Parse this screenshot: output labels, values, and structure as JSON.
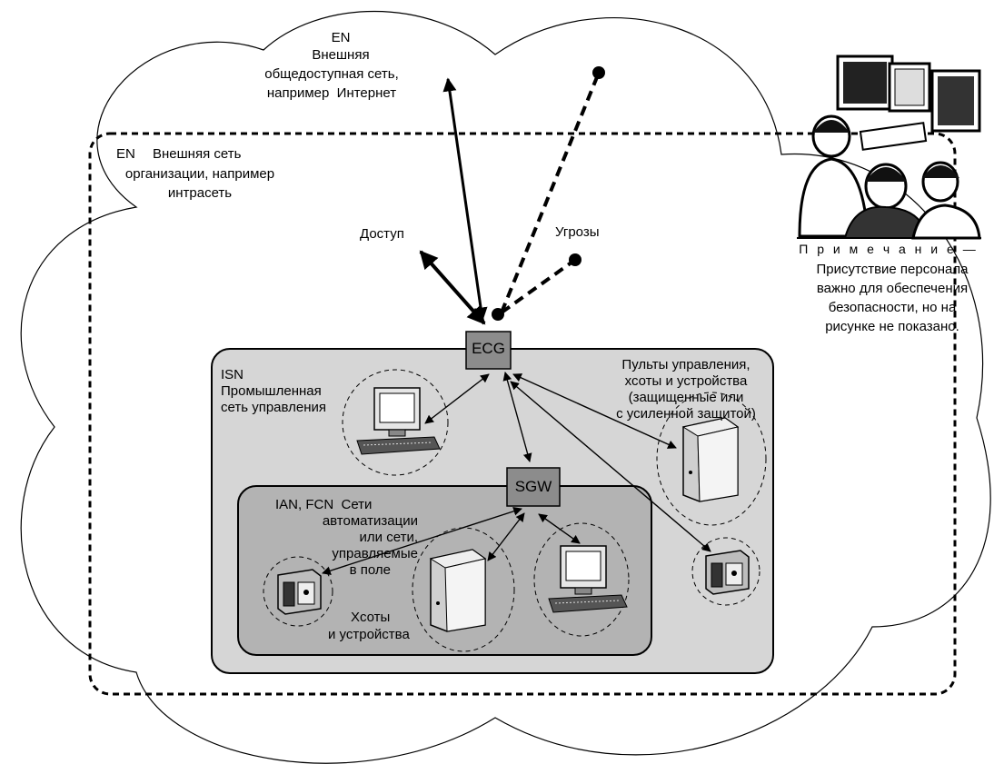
{
  "external_network": {
    "code": "EN",
    "lines": [
      "Внешняя",
      "общедоступная сеть,",
      "например  Интернет"
    ]
  },
  "enterprise_network": {
    "code": "EN",
    "first_line": "Внешняя сеть",
    "lines": [
      "организации, например",
      "интрасеть"
    ]
  },
  "access_label": "Доступ",
  "threats_label": "Угрозы",
  "note": {
    "heading": "П р и м е ч а н и е —",
    "lines": [
      "Присутствие персонала",
      "важно для обеспечения",
      "безопасности, но на",
      "рисунке не показано."
    ]
  },
  "isn": {
    "lines": [
      "ISN",
      "Промышленная",
      "сеть управления"
    ]
  },
  "ecg_label": "ECG",
  "sgw_label": "SGW",
  "consoles_label": {
    "lines": [
      "Пульты управления,",
      "хсоты и устройства",
      "(защищенные или",
      "с усиленной защитой)"
    ]
  },
  "ian": {
    "first_line": "IAN, FCN  Сети",
    "lines": [
      "автоматизации",
      "или сети,",
      "управляемые",
      "в поле"
    ]
  },
  "hosts_label": {
    "lines": [
      "Хсоты",
      "и устройства"
    ]
  }
}
